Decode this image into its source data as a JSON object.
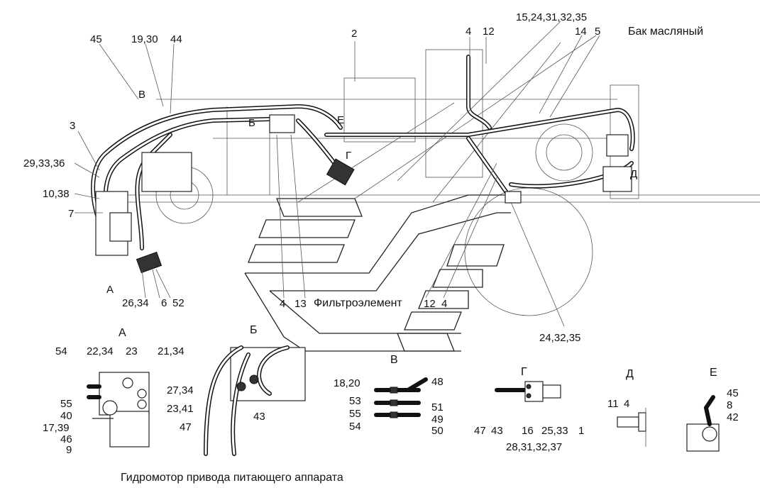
{
  "labels": {
    "l45": "45",
    "l1930": "19,30",
    "l44": "44",
    "l2": "2",
    "l4a": "4",
    "l12a": "12",
    "l15": "15,24,31,32,35",
    "l14": "14",
    "l5": "5",
    "tank": "Бак масляный",
    "l3": "3",
    "l293336": "29,33,36",
    "l1038": "10,38",
    "l7": "7",
    "viewB_top": "В",
    "viewBB_top": "Б",
    "viewE_top": "Е",
    "viewG_top": "Г",
    "viewD_top": "Д",
    "viewA_top": "А",
    "l2634": "26,34",
    "l6": "6",
    "l52": "52",
    "l4b": "4",
    "l13": "13",
    "filter": "Фильтроэлемент",
    "l12b": "12",
    "l4c": "4",
    "l243235": "24,32,35",
    "secA": "А",
    "secB": "Б",
    "secV": "В",
    "secG": "Г",
    "secD": "Д",
    "secE": "Е",
    "a54": "54",
    "a2234": "22,34",
    "a23": "23",
    "a2134": "21,34",
    "a2734": "27,34",
    "a55": "55",
    "a40": "40",
    "a2341": "23,41",
    "a1739": "17,39",
    "a46": "46",
    "a9": "9",
    "b47": "47",
    "b43": "43",
    "v1820": "18,20",
    "v48": "48",
    "v53": "53",
    "v51": "51",
    "v55": "55",
    "v49": "49",
    "v54": "54",
    "v50": "50",
    "g47": "47",
    "g43": "43",
    "g16": "16",
    "g2533": "25,33",
    "g1": "1",
    "g28": "28,31,32,37",
    "d11": "11",
    "d4": "4",
    "e45": "45",
    "e8": "8",
    "e42": "42",
    "caption": "Гидромотор привода питающего аппарата"
  }
}
